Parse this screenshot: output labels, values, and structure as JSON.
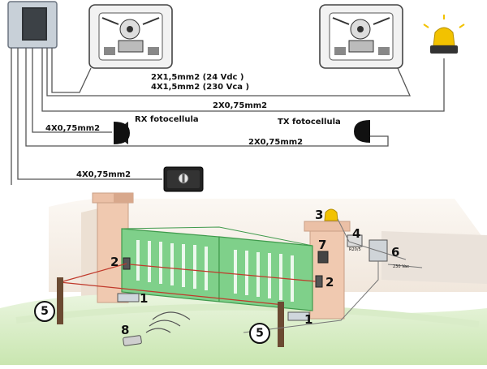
{
  "wiring": {
    "motor_cable_line1": "2X1,5mm2 (24 Vdc )",
    "motor_cable_line2": "4X1,5mm2 (230 Vca )",
    "lamp_cable": "2X0,75mm2",
    "rx_cable": "4X0,75mm2",
    "rx_label": "RX fotocellula",
    "tx_label": "TX fotocellula",
    "tx_cable": "2X0,75mm2",
    "selector_cable": "4X0,75mm2"
  },
  "scene": {
    "markers": [
      {
        "id": "1a",
        "text": "1"
      },
      {
        "id": "1b",
        "text": "1"
      },
      {
        "id": "2a",
        "text": "2"
      },
      {
        "id": "2b",
        "text": "2"
      },
      {
        "id": "3",
        "text": "3"
      },
      {
        "id": "4",
        "text": "4"
      },
      {
        "id": "5a",
        "text": "5"
      },
      {
        "id": "5b",
        "text": "5"
      },
      {
        "id": "6",
        "text": "6"
      },
      {
        "id": "7",
        "text": "7"
      },
      {
        "id": "8",
        "text": "8"
      }
    ],
    "small_labels": {
      "switch_label": "R20/5",
      "power_label": "230 Vac"
    }
  },
  "colors": {
    "gate": "#7fd08a",
    "gate_dark": "#4fae5c",
    "pillar": "#f0c9b0",
    "lamp": "#f2c200",
    "cable": "#555555",
    "loop_wire": "#c0392b"
  }
}
